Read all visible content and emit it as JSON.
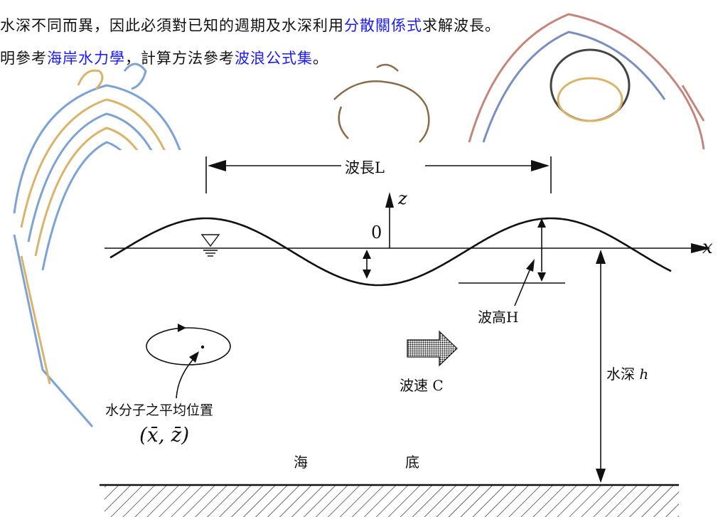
{
  "intro": {
    "line1_a": "水深不同而異，因此必須對已知的週期及水深利用",
    "line1_link": "分散關係式",
    "line1_b": "求解波長。",
    "line2_a": "明參考",
    "line2_link1": "海岸水力學",
    "line2_b": "，計算方法參考",
    "line2_link2": "波浪公式集",
    "line2_c": "。"
  },
  "diagram": {
    "wavelength_label": "波長L",
    "z_axis_label": "z",
    "x_axis_label": "x",
    "origin_label": "0",
    "wave_height_label": "波高H",
    "wave_speed_label": "波速 C",
    "water_depth_label": "水深",
    "water_depth_symbol": "h",
    "particle_position_label": "水分子之平均位置",
    "particle_coords": "(x̄, z̄)",
    "seabed_label_1": "海",
    "seabed_label_2": "底"
  },
  "colors": {
    "link": "#1a1aff",
    "line": "#111111",
    "sketch_blue": "#7da2d6",
    "sketch_tan": "#d9b46a"
  },
  "icons": [
    "still-water-level-triangle-icon",
    "wave-speed-arrow-icon"
  ]
}
